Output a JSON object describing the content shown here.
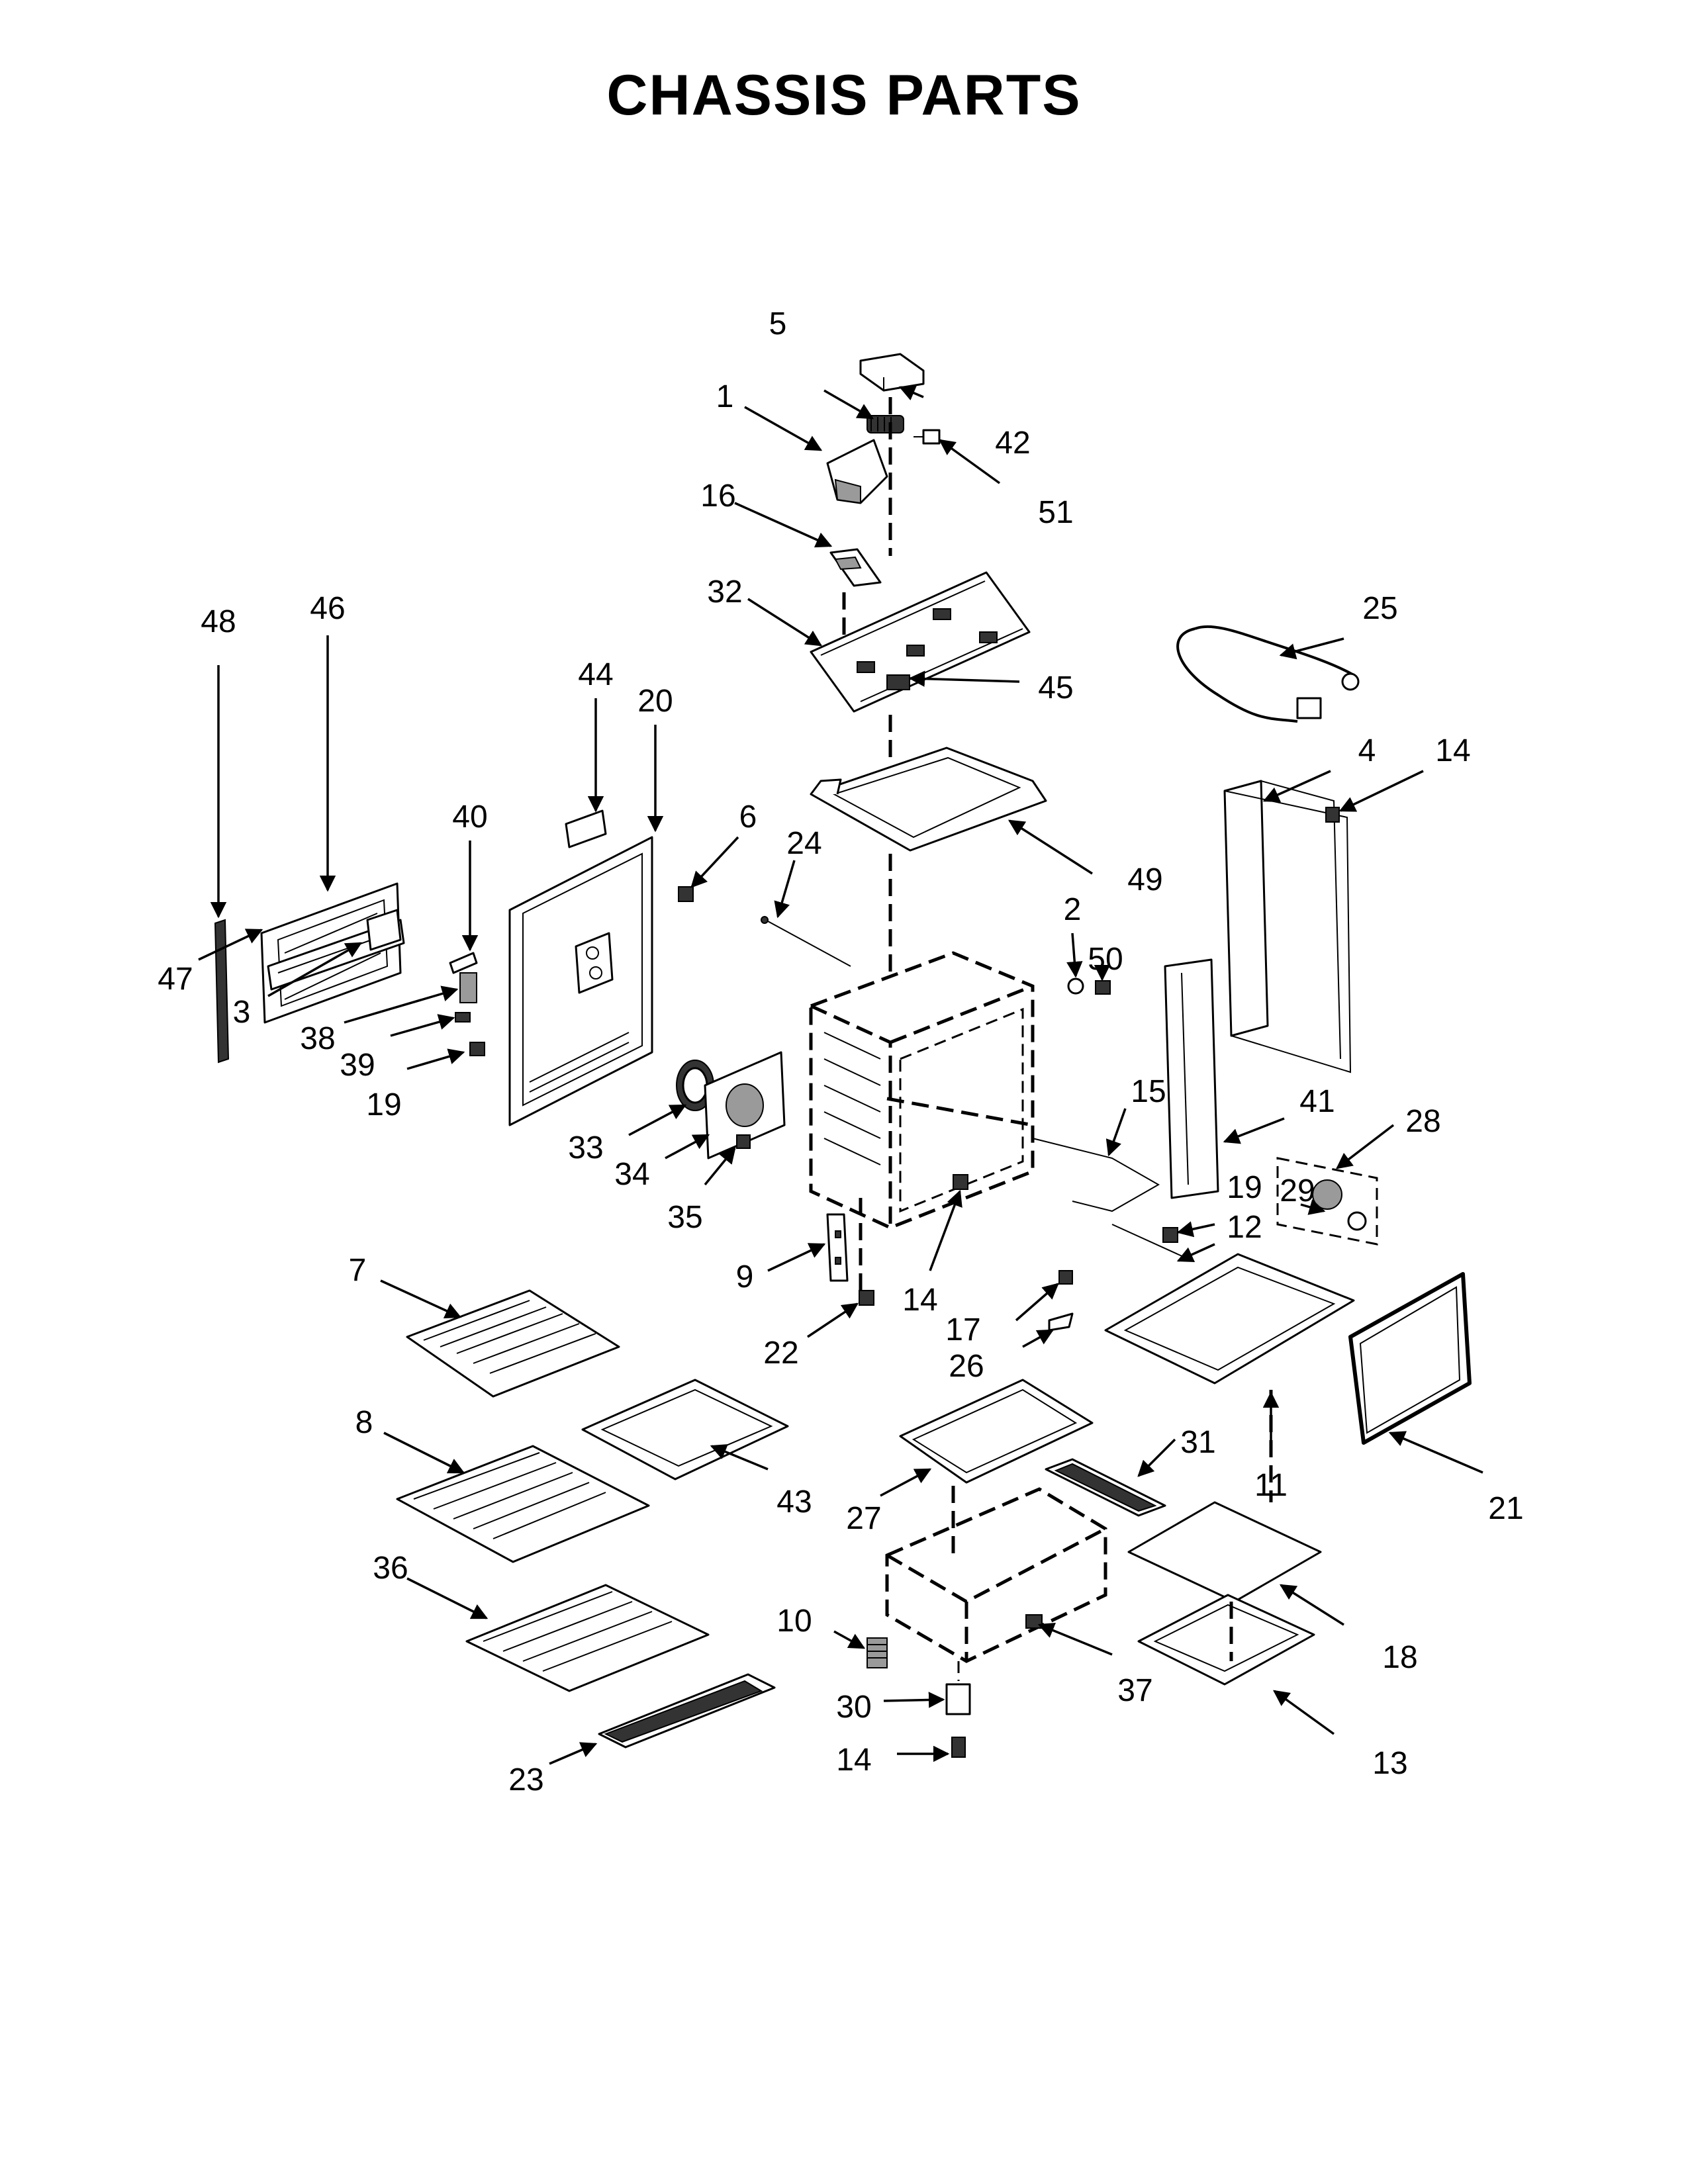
{
  "title": "CHASSIS PARTS",
  "callouts": {
    "c1": "1",
    "c2": "2",
    "c3": "3",
    "c4": "4",
    "c5": "5",
    "c6": "6",
    "c7": "7",
    "c8": "8",
    "c9": "9",
    "c10": "10",
    "c11": "11",
    "c12": "12",
    "c13": "13",
    "c14a": "14",
    "c14b": "14",
    "c14c": "14",
    "c15": "15",
    "c16": "16",
    "c17": "17",
    "c18": "18",
    "c19a": "19",
    "c19b": "19",
    "c20": "20",
    "c21": "21",
    "c22": "22",
    "c23": "23",
    "c24": "24",
    "c25": "25",
    "c26": "26",
    "c27": "27",
    "c28": "28",
    "c29": "29",
    "c30": "30",
    "c31": "31",
    "c32": "32",
    "c33": "33",
    "c34": "34",
    "c35": "35",
    "c36": "36",
    "c37": "37",
    "c38": "38",
    "c39": "39",
    "c40": "40",
    "c41": "41",
    "c42": "42",
    "c43": "43",
    "c44": "44",
    "c45": "45",
    "c46": "46",
    "c47": "47",
    "c48": "48",
    "c49": "49",
    "c50": "50",
    "c51": "51"
  }
}
